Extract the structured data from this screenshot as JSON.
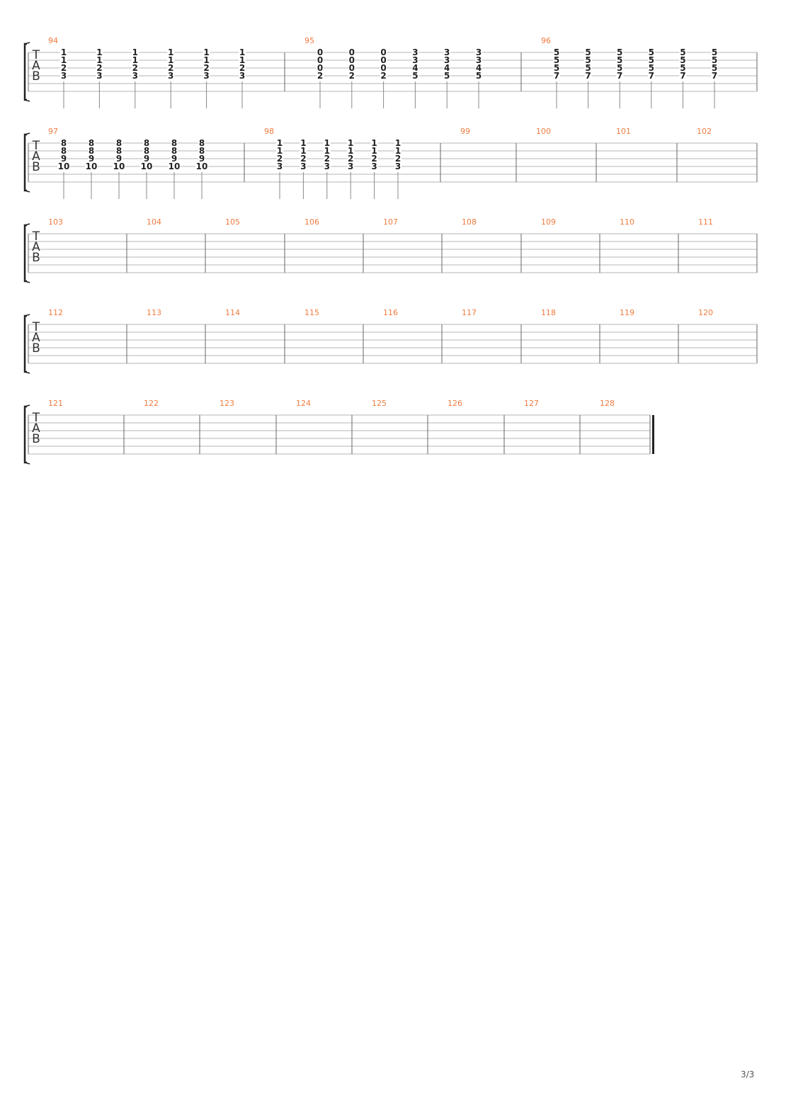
{
  "tab_clef": [
    "T",
    "A",
    "B"
  ],
  "page_number": "3/3",
  "colors": {
    "measure_number": "#f07b3f",
    "staff_line": "#b4b4b4",
    "fret_text": "#222222",
    "barline": "#666666"
  },
  "systems": [
    {
      "measures": [
        {
          "number": "94",
          "chords": [
            [
              "1",
              "1",
              "2",
              "3"
            ],
            [
              "1",
              "1",
              "2",
              "3"
            ],
            [
              "1",
              "1",
              "2",
              "3"
            ],
            [
              "1",
              "1",
              "2",
              "3"
            ],
            [
              "1",
              "1",
              "2",
              "3"
            ],
            [
              "1",
              "1",
              "2",
              "3"
            ]
          ]
        },
        {
          "number": "95",
          "chords": [
            [
              "0",
              "0",
              "0",
              "2"
            ],
            [
              "0",
              "0",
              "0",
              "2"
            ],
            [
              "0",
              "0",
              "0",
              "2"
            ],
            [
              "3",
              "3",
              "4",
              "5"
            ],
            [
              "3",
              "3",
              "4",
              "5"
            ],
            [
              "3",
              "3",
              "4",
              "5"
            ]
          ]
        },
        {
          "number": "96",
          "chords": [
            [
              "5",
              "5",
              "5",
              "7"
            ],
            [
              "5",
              "5",
              "5",
              "7"
            ],
            [
              "5",
              "5",
              "5",
              "7"
            ],
            [
              "5",
              "5",
              "5",
              "7"
            ],
            [
              "5",
              "5",
              "5",
              "7"
            ],
            [
              "5",
              "5",
              "5",
              "7"
            ]
          ]
        }
      ]
    },
    {
      "measures": [
        {
          "number": "97",
          "chords": [
            [
              "8",
              "8",
              "9",
              "10"
            ],
            [
              "8",
              "8",
              "9",
              "10"
            ],
            [
              "8",
              "8",
              "9",
              "10"
            ],
            [
              "8",
              "8",
              "9",
              "10"
            ],
            [
              "8",
              "8",
              "9",
              "10"
            ],
            [
              "8",
              "8",
              "9",
              "10"
            ]
          ]
        },
        {
          "number": "98",
          "chords": [
            [
              "1",
              "1",
              "2",
              "3"
            ],
            [
              "1",
              "1",
              "2",
              "3"
            ],
            [
              "1",
              "1",
              "2",
              "3"
            ],
            [
              "1",
              "1",
              "2",
              "3"
            ],
            [
              "1",
              "1",
              "2",
              "3"
            ],
            [
              "1",
              "1",
              "2",
              "3"
            ]
          ]
        },
        {
          "number": "99",
          "chords": []
        },
        {
          "number": "100",
          "chords": []
        },
        {
          "number": "101",
          "chords": []
        },
        {
          "number": "102",
          "chords": []
        }
      ]
    },
    {
      "measures": [
        {
          "number": "103",
          "chords": []
        },
        {
          "number": "104",
          "chords": []
        },
        {
          "number": "105",
          "chords": []
        },
        {
          "number": "106",
          "chords": []
        },
        {
          "number": "107",
          "chords": []
        },
        {
          "number": "108",
          "chords": []
        },
        {
          "number": "109",
          "chords": []
        },
        {
          "number": "110",
          "chords": []
        },
        {
          "number": "111",
          "chords": []
        }
      ]
    },
    {
      "measures": [
        {
          "number": "112",
          "chords": []
        },
        {
          "number": "113",
          "chords": []
        },
        {
          "number": "114",
          "chords": []
        },
        {
          "number": "115",
          "chords": []
        },
        {
          "number": "116",
          "chords": []
        },
        {
          "number": "117",
          "chords": []
        },
        {
          "number": "118",
          "chords": []
        },
        {
          "number": "119",
          "chords": []
        },
        {
          "number": "120",
          "chords": []
        }
      ]
    },
    {
      "final_barline": true,
      "measures": [
        {
          "number": "121",
          "chords": []
        },
        {
          "number": "122",
          "chords": []
        },
        {
          "number": "123",
          "chords": []
        },
        {
          "number": "124",
          "chords": []
        },
        {
          "number": "125",
          "chords": []
        },
        {
          "number": "126",
          "chords": []
        },
        {
          "number": "127",
          "chords": []
        },
        {
          "number": "128",
          "chords": []
        }
      ]
    }
  ]
}
